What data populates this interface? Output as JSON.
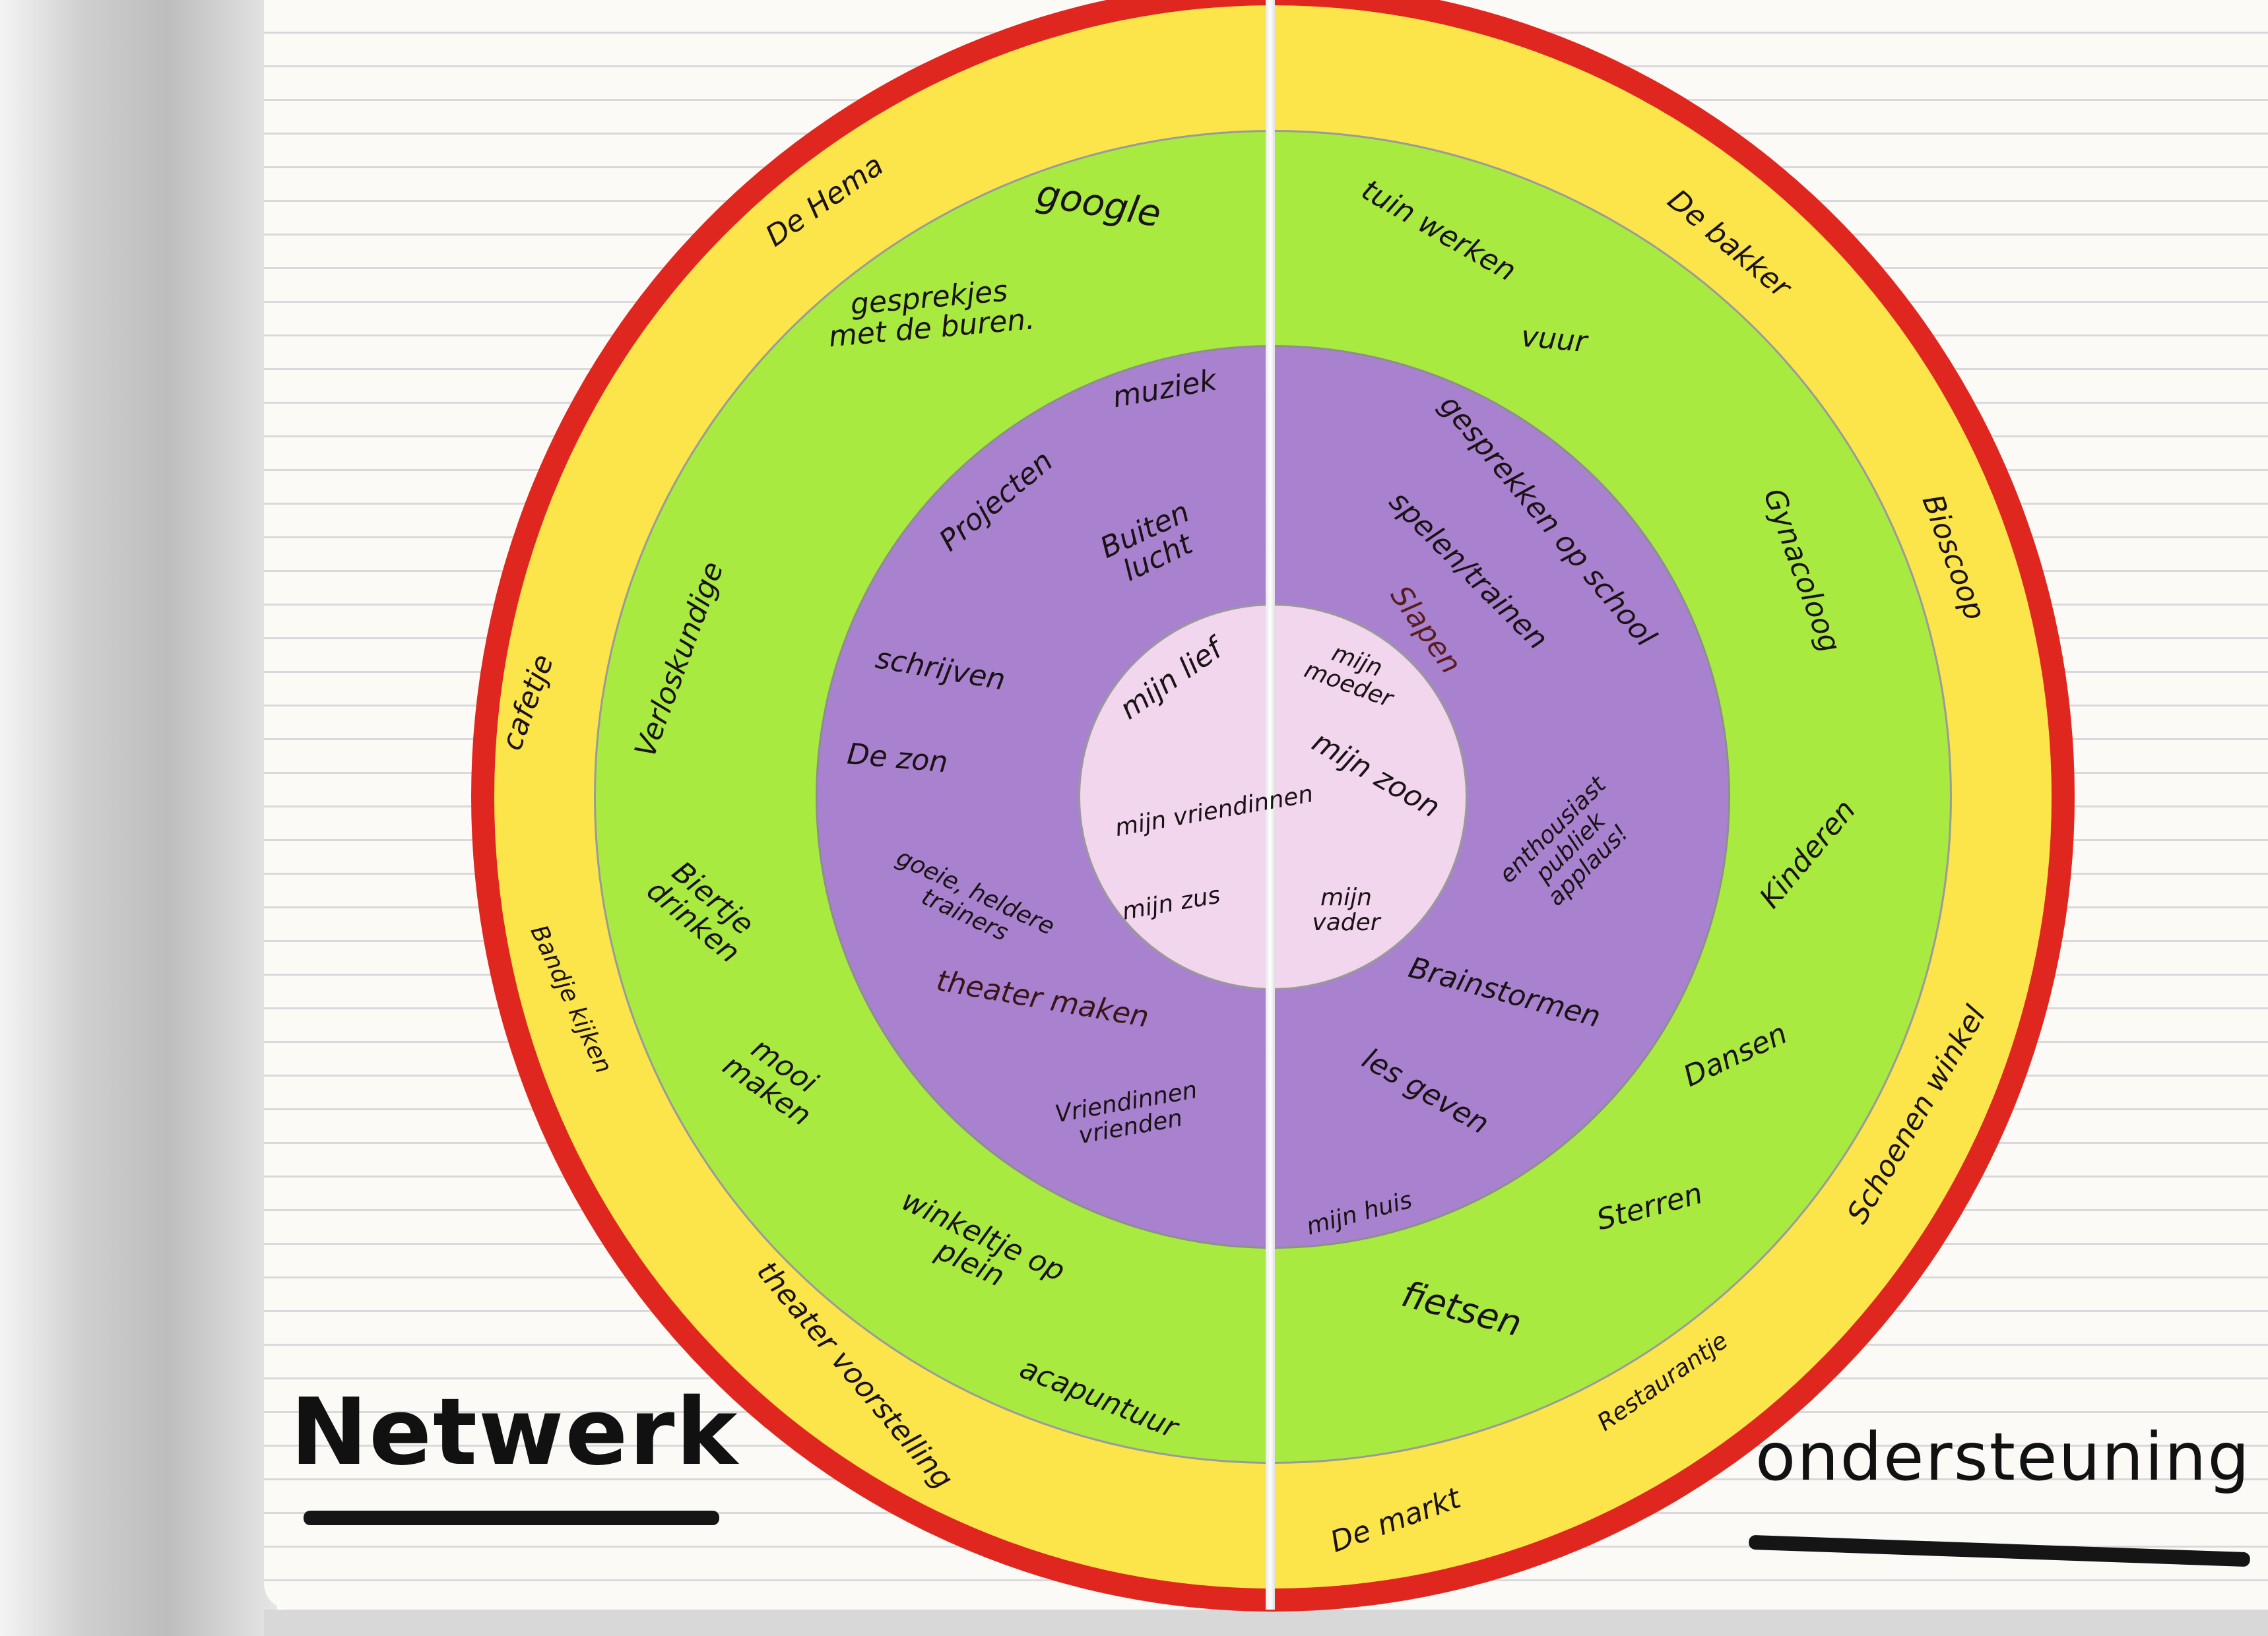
{
  "titles": {
    "left": "Netwerk",
    "right": "ondersteuning"
  },
  "colors": {
    "outer_border": "#e0271f",
    "ring_outer": "#fbe54a",
    "ring_middle": "#a8ea3f",
    "ring_inner": "#a882cf",
    "center": "#f1d6ee"
  },
  "rings": {
    "yellow": [
      "De Hema",
      "De bakker",
      "Bioscoop",
      "cafetje",
      "Bandje kijken",
      "theater voorstelling",
      "acapuntuur",
      "De markt",
      "Restaurantje",
      "Schoenen winkel"
    ],
    "green": [
      "google",
      "gesprekjes met de buren.",
      "tuin werken",
      "vuur",
      "Gynacoloog",
      "Verloskundige",
      "Biertje drinken",
      "mooi maken",
      "winkeltje op plein",
      "Kinderen",
      "Dansen",
      "Sterren",
      "fietsen"
    ],
    "purple": [
      "muziek",
      "Projecten",
      "Buiten lucht",
      "gesprekken op school",
      "spelen/trainen",
      "Slapen",
      "schrijven",
      "De zon",
      "goeie, heldere trainers",
      "theater maken",
      "Vriendinnen vrienden",
      "enthousiast publiek applaus!",
      "Brainstormen",
      "les geven",
      "mijn huis"
    ],
    "center": [
      "mijn lief",
      "mijn moeder",
      "mijn zoon",
      "mijn vriendinnen",
      "mijn zus",
      "mijn vader"
    ]
  }
}
